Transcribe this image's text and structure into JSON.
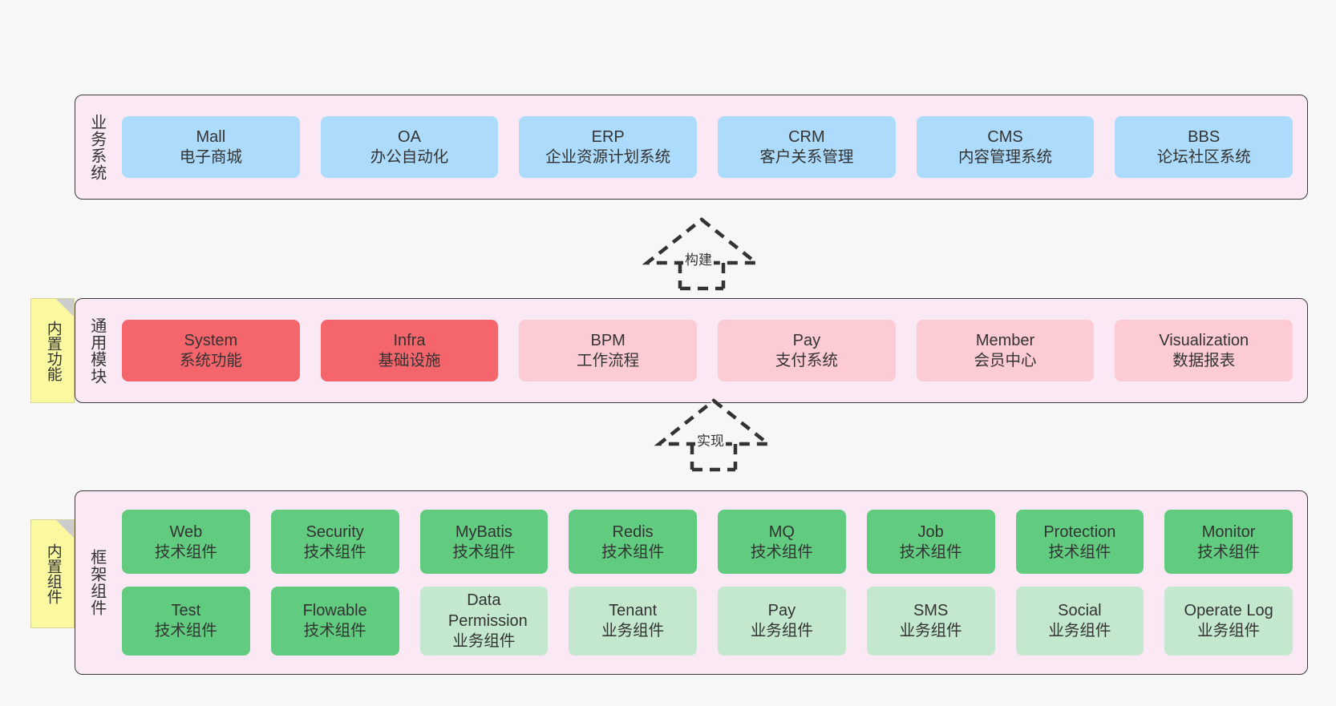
{
  "diagram": {
    "background": "#f7f7f7",
    "layer_fill": "#fae9f4",
    "layer_border": "#3b3b3b",
    "colors": {
      "blue": "#addbfb",
      "red": "#f4656c",
      "pink": "#fccbd3",
      "green": "#61cb7f",
      "light_green": "#c3e8cd",
      "note_yellow": "#fbf9a0",
      "note_fold": "#cccccc"
    }
  },
  "layers": [
    {
      "id": "business-systems",
      "title": "业务系统",
      "rows": [
        [
          {
            "name": "Mall",
            "desc": "电子商城",
            "color": "blue"
          },
          {
            "name": "OA",
            "desc": "办公自动化",
            "color": "blue"
          },
          {
            "name": "ERP",
            "desc": "企业资源计划系统",
            "color": "blue"
          },
          {
            "name": "CRM",
            "desc": "客户关系管理",
            "color": "blue"
          },
          {
            "name": "CMS",
            "desc": "内容管理系统",
            "color": "blue"
          },
          {
            "name": "BBS",
            "desc": "论坛社区系统",
            "color": "blue"
          }
        ]
      ]
    },
    {
      "id": "common-modules",
      "title": "通用模块",
      "note": "内置功能",
      "rows": [
        [
          {
            "name": "System",
            "desc": "系统功能",
            "color": "red"
          },
          {
            "name": "Infra",
            "desc": "基础设施",
            "color": "red"
          },
          {
            "name": "BPM",
            "desc": "工作流程",
            "color": "pink"
          },
          {
            "name": "Pay",
            "desc": "支付系统",
            "color": "pink"
          },
          {
            "name": "Member",
            "desc": "会员中心",
            "color": "pink"
          },
          {
            "name": "Visualization",
            "desc": "数据报表",
            "color": "pink"
          }
        ]
      ]
    },
    {
      "id": "framework-components",
      "title": "框架组件",
      "note": "内置组件",
      "rows": [
        [
          {
            "name": "Web",
            "desc": "技术组件",
            "color": "green"
          },
          {
            "name": "Security",
            "desc": "技术组件",
            "color": "green"
          },
          {
            "name": "MyBatis",
            "desc": "技术组件",
            "color": "green"
          },
          {
            "name": "Redis",
            "desc": "技术组件",
            "color": "green"
          },
          {
            "name": "MQ",
            "desc": "技术组件",
            "color": "green"
          },
          {
            "name": "Job",
            "desc": "技术组件",
            "color": "green"
          },
          {
            "name": "Protection",
            "desc": "技术组件",
            "color": "green"
          },
          {
            "name": "Monitor",
            "desc": "技术组件",
            "color": "green"
          }
        ],
        [
          {
            "name": "Test",
            "desc": "技术组件",
            "color": "green"
          },
          {
            "name": "Flowable",
            "desc": "技术组件",
            "color": "green"
          },
          {
            "name": "Data Permission",
            "desc": "业务组件",
            "color": "light_green"
          },
          {
            "name": "Tenant",
            "desc": "业务组件",
            "color": "light_green"
          },
          {
            "name": "Pay",
            "desc": "业务组件",
            "color": "light_green"
          },
          {
            "name": "SMS",
            "desc": "业务组件",
            "color": "light_green"
          },
          {
            "name": "Social",
            "desc": "业务组件",
            "color": "light_green"
          },
          {
            "name": "Operate Log",
            "desc": "业务组件",
            "color": "light_green"
          }
        ]
      ]
    }
  ],
  "connectors": [
    {
      "id": "build",
      "label": "构建"
    },
    {
      "id": "implement",
      "label": "实现"
    }
  ]
}
